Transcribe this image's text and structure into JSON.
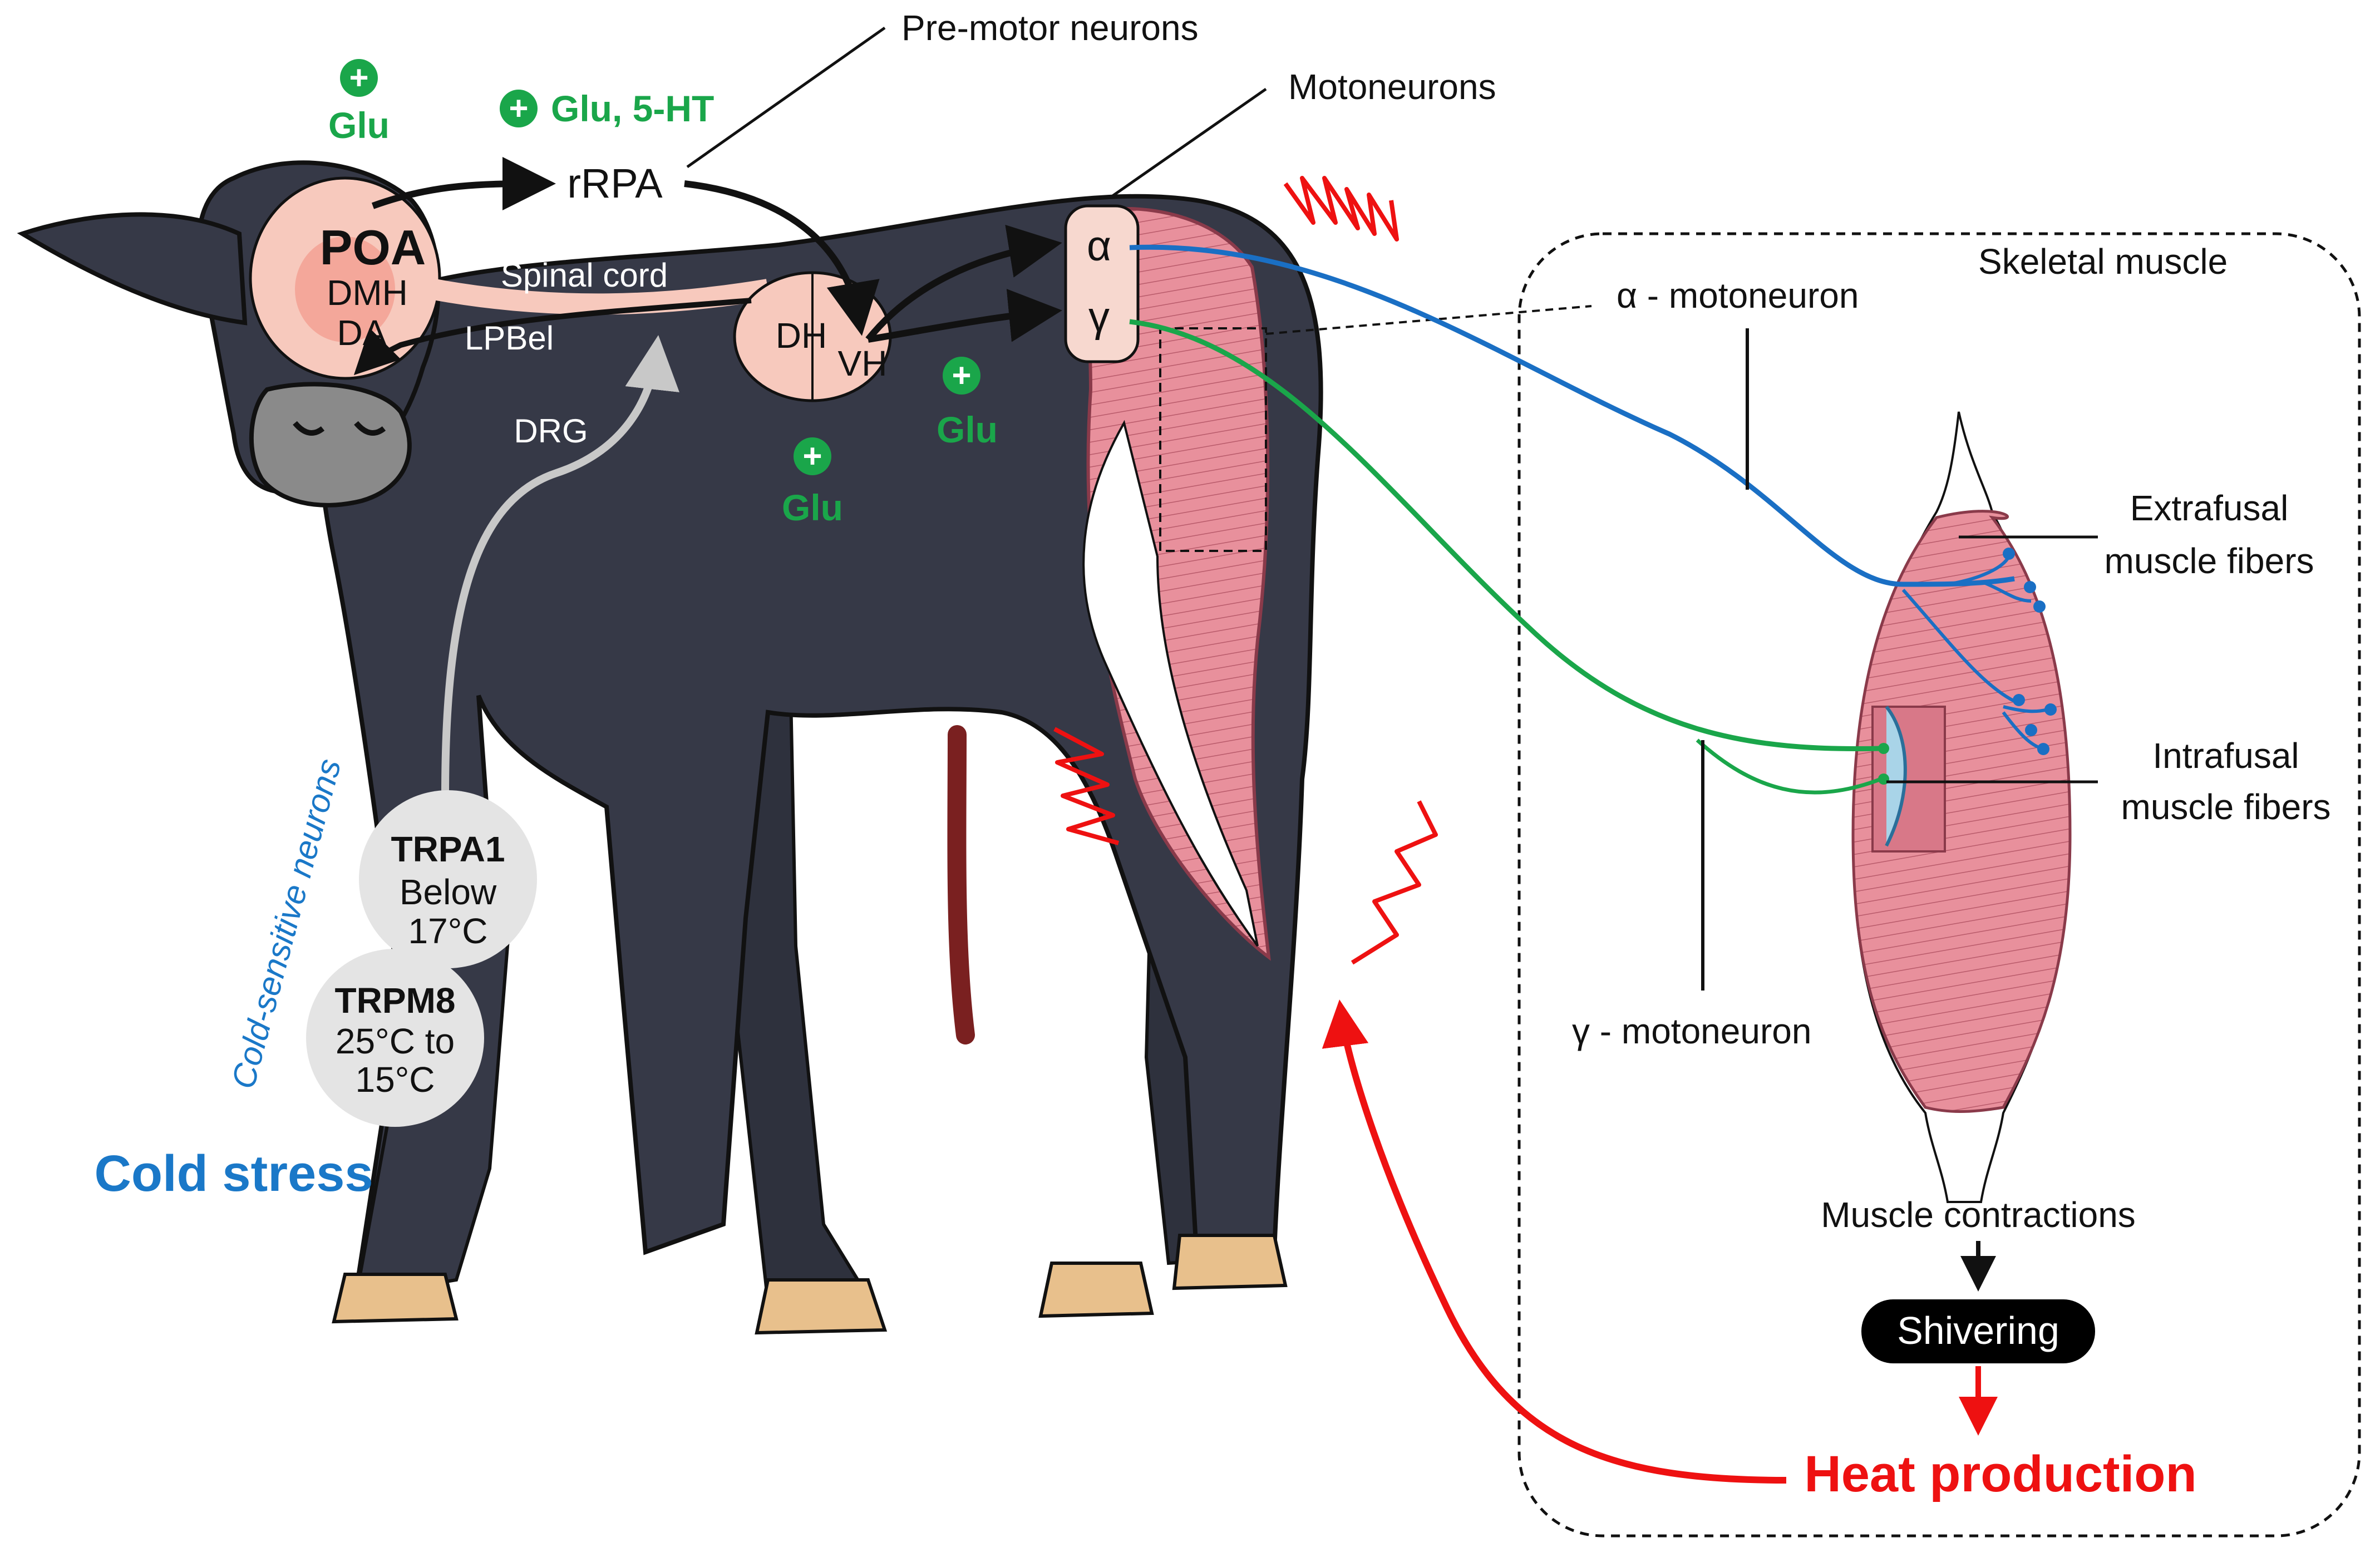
{
  "labels": {
    "poa": "POA",
    "dmh": "DMH",
    "da": "DA",
    "rrpa": "rRPA",
    "spinal_cord": "Spinal cord",
    "lpbel": "LPBel",
    "drg": "DRG",
    "dh": "DH",
    "vh": "VH",
    "alpha": "α",
    "gamma": "γ",
    "pre_motor": "Pre-motor neurons",
    "motoneurons": "Motoneurons",
    "skeletal_muscle": "Skeletal muscle",
    "alpha_motoneuron": "α - motoneuron",
    "gamma_motoneuron": "γ - motoneuron",
    "extrafusal_line1": "Extrafusal",
    "extrafusal_line2": "muscle fibers",
    "intrafusal_line1": "Intrafusal",
    "intrafusal_line2": "muscle fibers",
    "muscle_contractions": "Muscle contractions",
    "shivering": "Shivering",
    "heat_production": "Heat production",
    "cold_stress": "Cold stress",
    "cold_sensitive": "Cold-sensitive neurons",
    "trpa1_name": "TRPA1",
    "trpa1_line1": "Below",
    "trpa1_line2": "17°C",
    "trpm8_name": "TRPM8",
    "trpm8_line1": "25°C to",
    "trpm8_line2": "15°C",
    "glu_top": "Glu",
    "glu_5ht": "Glu, 5-HT",
    "glu_mid": "Glu",
    "glu_right": "Glu",
    "plus": "+"
  },
  "colors": {
    "alpha_path": "#1a6fc4",
    "gamma_path": "#1aa64a",
    "heat": "#ee1111",
    "cold_text": "#1a78c8",
    "cow_body": "#363947",
    "muscle": "#e8909c",
    "hoof": "#e8c08c",
    "neural_tissue": "#f7c9bd"
  }
}
